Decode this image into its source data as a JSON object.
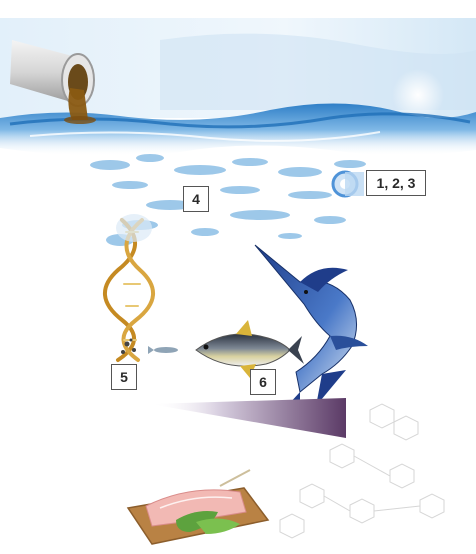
{
  "labels": {
    "l123": "1, 2, 3",
    "l4": "4",
    "l5": "5",
    "l6": "6"
  },
  "colors": {
    "water": "#3f8fd2",
    "effluent": "#8a5a12",
    "gradient_dark": "#5b3a66",
    "board": "#b98244"
  },
  "icons": [
    "drain-pipe-icon",
    "microplastic-particle-icon",
    "dna-helix-icon",
    "small-fish-icon",
    "tuna-icon",
    "marlin-icon",
    "fish-fillet-icon"
  ]
}
